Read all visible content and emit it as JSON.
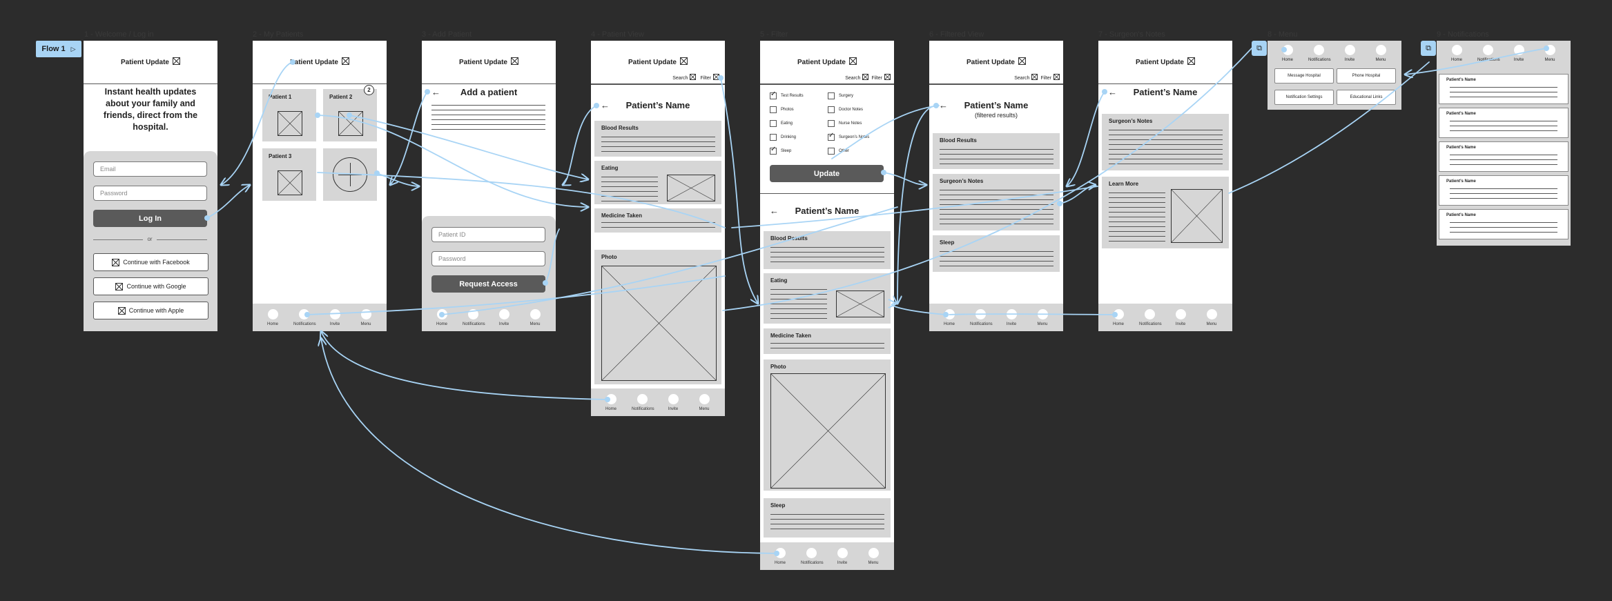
{
  "flow": {
    "label": "Flow 1"
  },
  "header_title": "Patient Update",
  "nav": [
    "Home",
    "Notifications",
    "Invite",
    "Menu"
  ],
  "frame_labels": [
    "1 - Welcome / Log in",
    "2 - My Patients",
    "3 - Add Patient",
    "4 - Patient View",
    "5 - Filter",
    "6 - Filtered View",
    "7 - Surgeon's Notes",
    "8 - Menu",
    "9 - Notifications"
  ],
  "welcome": {
    "headline": "Instant health updates about your family and friends, direct from the hospital.",
    "email_placeholder": "Email",
    "password_placeholder": "Password",
    "login": "Log In",
    "or": "or",
    "facebook": "Continue with Facebook",
    "google": "Continue with Google",
    "apple": "Continue with Apple"
  },
  "patients": {
    "p1": "Patient 1",
    "p2": "Patient 2",
    "p3": "Patient 3",
    "badge": "2"
  },
  "add": {
    "title": "Add a patient",
    "id_placeholder": "Patient ID",
    "password_placeholder": "Password",
    "request": "Request Access"
  },
  "view": {
    "search": "Search",
    "filter": "Filter",
    "name": "Patient’s Name",
    "blood": "Blood Results",
    "eating": "Eating",
    "medicine": "Medicine Taken",
    "photo": "Photo",
    "sleep": "Sleep"
  },
  "filter": {
    "left": [
      {
        "label": "Test Results",
        "on": true
      },
      {
        "label": "Photos",
        "on": false
      },
      {
        "label": "Eating",
        "on": false
      },
      {
        "label": "Drinking",
        "on": false
      },
      {
        "label": "Sleep",
        "on": true
      }
    ],
    "right": [
      {
        "label": "Surgery",
        "on": false
      },
      {
        "label": "Doctor Notes",
        "on": false
      },
      {
        "label": "Nurse Notes",
        "on": false
      },
      {
        "label": "Surgeon’s Notes",
        "on": true
      },
      {
        "label": "Other",
        "on": false
      }
    ],
    "update": "Update"
  },
  "filtered": {
    "subtitle": "(filtered results)",
    "surgeon": "Surgeon’s Notes"
  },
  "surgeon_view": {
    "surgeon": "Surgeon’s Notes",
    "learn": "Learn More"
  },
  "menu": {
    "items": [
      "Message Hospital",
      "Phone Hospital",
      "Notification Settings",
      "Educational Links"
    ]
  },
  "notifications": {
    "items": [
      "Patient’s Name",
      "Patient’s Name",
      "Patient’s Name",
      "Patient’s Name",
      "Patient’s Name"
    ]
  },
  "colors": {
    "canvas": "#2c2c2c",
    "wire": "#a8d4f5",
    "panel": "#d6d6d6",
    "button": "#5a5a5a"
  }
}
